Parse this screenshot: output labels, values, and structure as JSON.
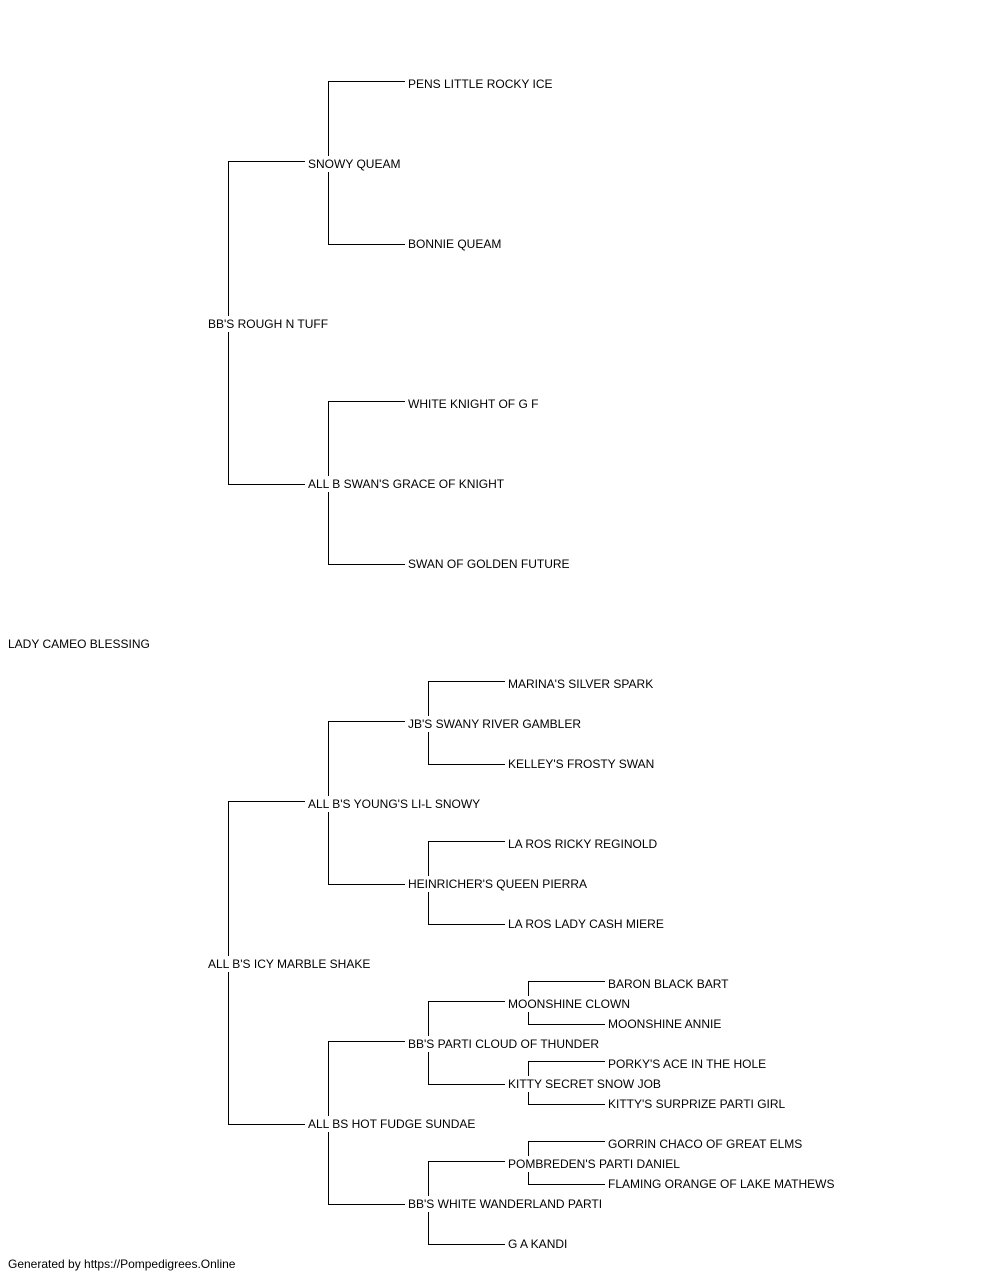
{
  "pedigree": {
    "subject": "LADY CAMEO BLESSING",
    "sire": {
      "name": "BB'S ROUGH N TUFF",
      "sire": {
        "name": "SNOWY QUEAM",
        "sire": {
          "name": "PENS LITTLE ROCKY ICE"
        },
        "dam": {
          "name": "BONNIE QUEAM"
        }
      },
      "dam": {
        "name": "ALL B SWAN'S GRACE OF KNIGHT",
        "sire": {
          "name": "WHITE KNIGHT OF G F"
        },
        "dam": {
          "name": "SWAN OF GOLDEN FUTURE"
        }
      }
    },
    "dam": {
      "name": "ALL B'S ICY MARBLE SHAKE",
      "sire": {
        "name": "ALL B'S YOUNG'S LI-L SNOWY",
        "sire": {
          "name": "JB'S SWANY RIVER GAMBLER",
          "sire": {
            "name": "MARINA'S SILVER SPARK"
          },
          "dam": {
            "name": "KELLEY'S FROSTY SWAN"
          }
        },
        "dam": {
          "name": "HEINRICHER'S QUEEN PIERRA",
          "sire": {
            "name": "LA ROS RICKY REGINOLD"
          },
          "dam": {
            "name": "LA ROS LADY CASH MIERE"
          }
        }
      },
      "dam": {
        "name": "ALL BS HOT FUDGE SUNDAE",
        "sire": {
          "name": "BB'S PARTI CLOUD OF THUNDER",
          "sire": {
            "name": "MOONSHINE CLOWN",
            "sire": {
              "name": "BARON BLACK BART"
            },
            "dam": {
              "name": "MOONSHINE ANNIE"
            }
          },
          "dam": {
            "name": "KITTY SECRET SNOW JOB",
            "sire": {
              "name": "PORKY'S ACE IN THE HOLE"
            },
            "dam": {
              "name": "KITTY'S SURPRIZE PARTI GIRL"
            }
          }
        },
        "dam": {
          "name": "BB'S WHITE WANDERLAND PARTI",
          "sire": {
            "name": "POMBREDEN'S PARTI DANIEL",
            "sire": {
              "name": "GORRIN CHACO OF GREAT ELMS"
            },
            "dam": {
              "name": "FLAMING ORANGE OF LAKE MATHEWS"
            }
          },
          "dam": {
            "name": "G A KANDI"
          }
        }
      }
    }
  },
  "footer": "Generated by https://Pompedigrees.Online"
}
